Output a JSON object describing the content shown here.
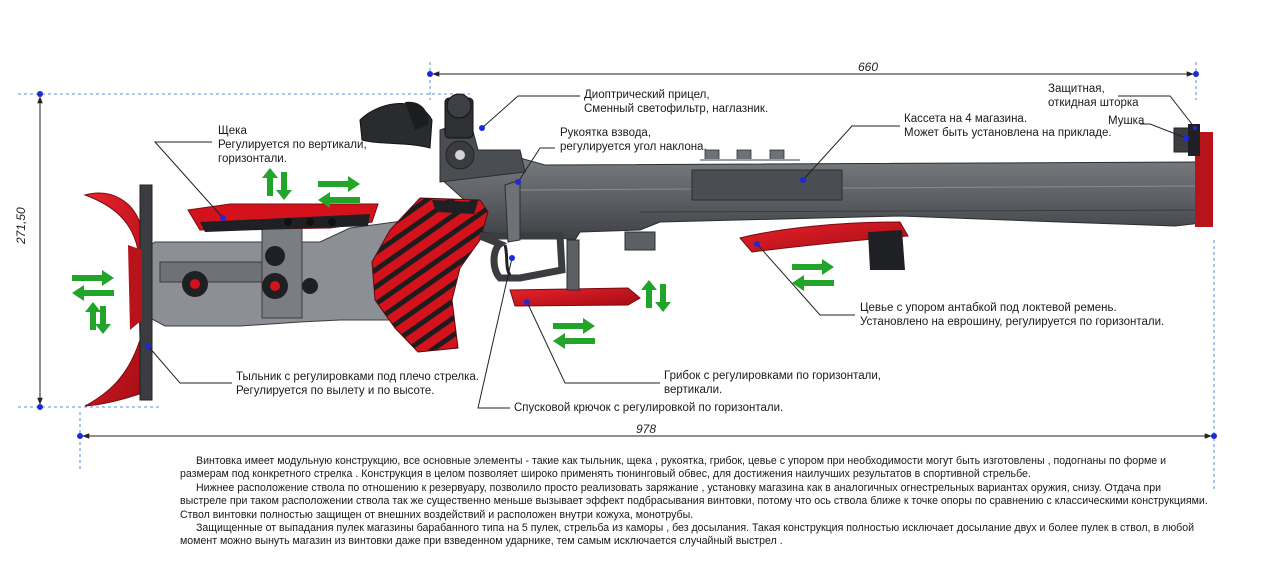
{
  "dimensions": {
    "length_top": "660",
    "height": "271,50",
    "length_total": "978"
  },
  "labels": {
    "sight": [
      "Диоптрический прицел,",
      "Сменный светофильтр, наглазник."
    ],
    "cheek": [
      "Щека",
      "Регулируется по вертикали,",
      "горизонтали."
    ],
    "cocking": [
      "Рукоятка взвода,",
      "регулируется угол наклона."
    ],
    "cassette": [
      "Кассета на 4 магазина.",
      "Может быть установлена на прикладе."
    ],
    "shutter": [
      "Защитная,",
      "откидная шторка"
    ],
    "front_sight": "Мушка",
    "forend": [
      "Цевье с упором антабкой под локтевой ремень.",
      "Установлено на еврошину, регулируется по горизонтали."
    ],
    "buttplate": [
      "Тыльник с регулировками под плечо стрелка.",
      "Регулируется по вылету и по высоте."
    ],
    "palm_rest": [
      "Грибок с регулировками по горизонтали,",
      "вертикали."
    ],
    "trigger": "Спусковой крючок с регулировкой по горизонтали."
  },
  "description": [
    "Винтовка имеет модульную конструкцию, все основные элементы - такие как тыльник, щека , рукоятка, грибок, цевье с упором при необходимости могут быть изготовлены , подогнаны по форме и размерам под конкретного стрелка . Конструкция в целом позволяет широко применять тюнинговый обвес, для достижения наилучших результатов в спортивной стрельбе.",
    "Нижнее расположение ствола по отношению к резервуару, позволило просто реализовать заряжание , установку магазина как в аналогичных огнестрельных вариантах оружия, снизу. Отдача при выстреле при таком расположении ствола так же существенно меньше вызывает эффект подбрасывания винтовки, потому что ось ствола ближе к точке опоры по сравнению с классическими конструкциями. Ствол винтовки полностью защищен от внешних воздействий и расположен внутри кожуха, монотрубы.",
    "Защищенные от выпадания пулек магазины барабанного типа на 5 пулек, стрельба из каморы , без досылания. Такая конструкция полностью исключает досылание двух и более пулек в ствол, в любой момент можно вынуть магазин из винтовки даже при взведенном ударнике, тем самым исключается случайный выстрел ."
  ],
  "colors": {
    "red": "#d4121c",
    "dark_red": "#8a0a10",
    "body_gray": "#5f6266",
    "dark_gray": "#2e3033",
    "arrow_green": "#22a32a",
    "dim_blue": "#2a6fd0",
    "dot_blue": "#1b2bd6"
  }
}
